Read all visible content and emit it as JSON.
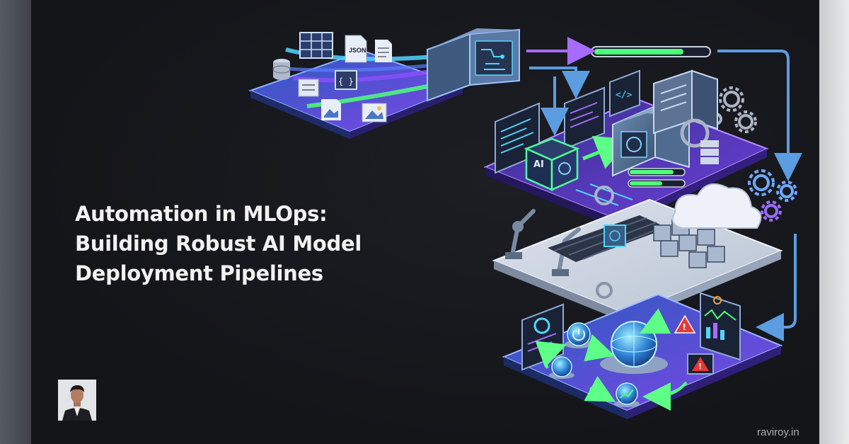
{
  "title": {
    "line1": "Automation in MLOps:",
    "line2": "Building Robust AI Model",
    "line3": "Deployment Pipelines"
  },
  "footer": {
    "site": "raviroy.in"
  },
  "illustration": {
    "labels": {
      "json": "JSON",
      "code": "</>",
      "braces": "{ }",
      "ai": "AI"
    },
    "colors": {
      "cyan": "#4fd6ff",
      "purple": "#8a4dff",
      "green": "#4dff7a",
      "blue": "#3a7bd5",
      "warning": "#e53935"
    }
  }
}
